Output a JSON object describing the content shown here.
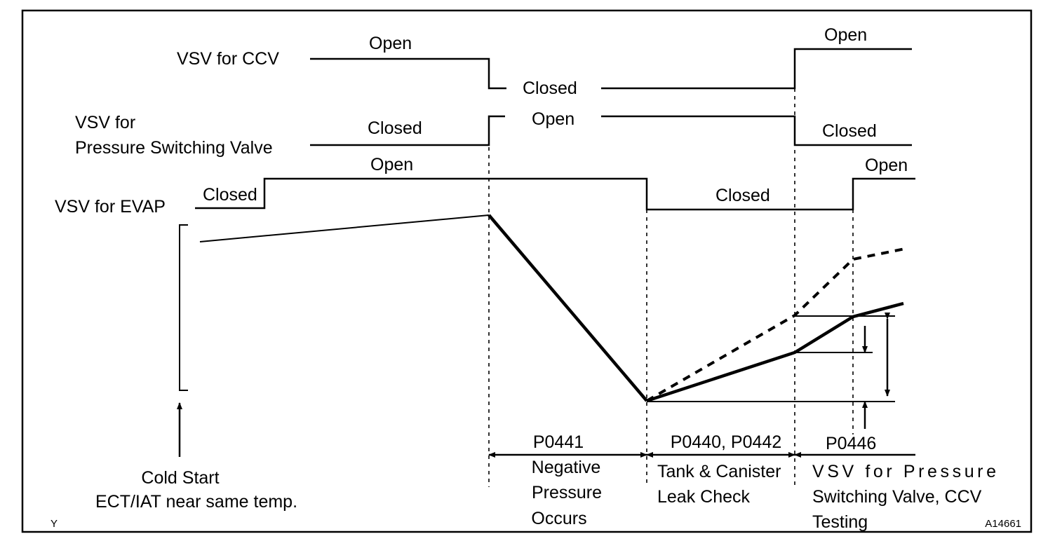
{
  "signals": {
    "ccv": {
      "label": "VSV for CCV",
      "state_open_1": "Open",
      "state_closed": "Closed",
      "state_open_2": "Open"
    },
    "psv": {
      "label_line1": "VSV for",
      "label_line2": "Pressure Switching Valve",
      "state_closed_1": "Closed",
      "state_open": "Open",
      "state_closed_2": "Closed"
    },
    "evap": {
      "label": "VSV for EVAP",
      "state_closed_1": "Closed",
      "state_open_1": "Open",
      "state_closed_2": "Closed",
      "state_open_2": "Open"
    }
  },
  "cold_start": {
    "line1": "Cold Start",
    "line2": "ECT/IAT near same temp."
  },
  "phases": {
    "p0441": {
      "code": "P0441",
      "line1": "Negative",
      "line2": "Pressure",
      "line3": "Occurs"
    },
    "p0440": {
      "code": "P0440, P0442",
      "line1": "Tank & Canister",
      "line2": "Leak Check"
    },
    "p0446": {
      "code": "P0446",
      "line1": "VSV for Pressure",
      "line2": "Switching Valve, CCV",
      "line3": "Testing"
    }
  },
  "corner_marks": {
    "left": "Y",
    "right": "A14661"
  }
}
